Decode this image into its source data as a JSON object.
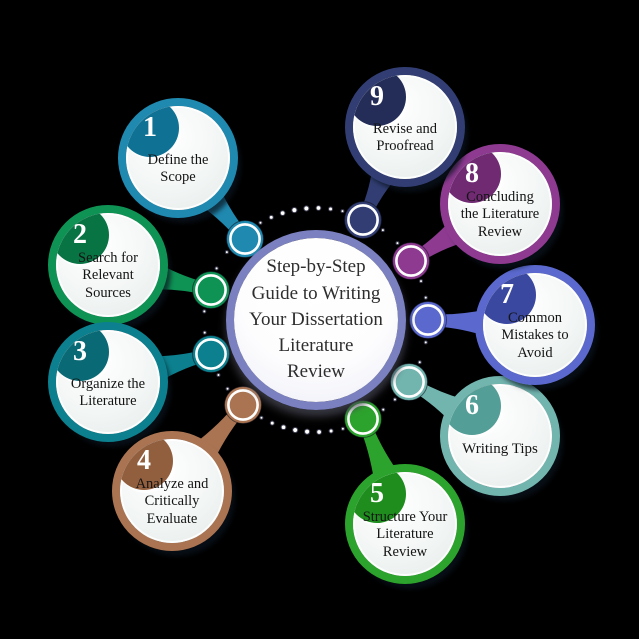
{
  "title": "Step-by-Step Guide to Writing Your Dissertation Literature Review",
  "background": "#000000",
  "center": {
    "title": "Step-by-Step\nGuide to Writing\nYour Dissertation\nLiterature\nReview",
    "ring_color": "#7b80c1",
    "text_color": "#2e2e2e"
  },
  "steps": [
    {
      "number": "1",
      "title": "Define the\nScope",
      "color": "#2089b0",
      "badge_color": "#0f7194"
    },
    {
      "number": "2",
      "title": "Search for\nRelevant\nSources",
      "color": "#0e9355",
      "badge_color": "#087343"
    },
    {
      "number": "3",
      "title": "Organize the\nLiterature",
      "color": "#0c808e",
      "badge_color": "#096974"
    },
    {
      "number": "4",
      "title": "Analyze and\nCritically\nEvaluate",
      "color": "#aa7452",
      "badge_color": "#925f3e"
    },
    {
      "number": "5",
      "title": "Structure Your\nLiterature\nReview",
      "color": "#2ca32c",
      "badge_color": "#1e8d1e"
    },
    {
      "number": "6",
      "title": "Writing Tips",
      "color": "#72b5af",
      "badge_color": "#539e96"
    },
    {
      "number": "7",
      "title": "Common\nMistakes to\nAvoid",
      "color": "#5b69ce",
      "badge_color": "#3a489f"
    },
    {
      "number": "8",
      "title": "Concluding\nthe Literature\nReview",
      "color": "#8e3a91",
      "badge_color": "#6f2a72"
    },
    {
      "number": "9",
      "title": "Revise and\nProofread",
      "color": "#323e73",
      "badge_color": "#232d57"
    }
  ],
  "connector": {
    "dot_fill": "#ffffff",
    "dot_outline": "#3c3c50"
  }
}
